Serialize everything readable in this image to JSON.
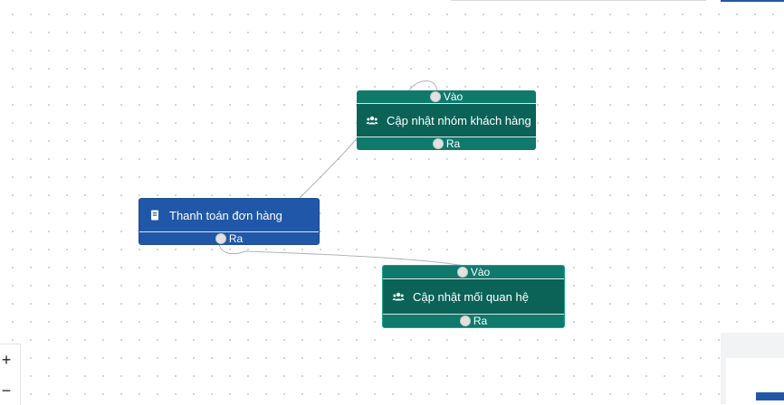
{
  "nodes": {
    "update_group": {
      "in_label": "Vào",
      "title": "Cập nhật nhóm khách hàng",
      "out_label": "Ra",
      "icon": "users-icon"
    },
    "checkout": {
      "title": "Thanh toán đơn hàng",
      "out_label": "Ra",
      "icon": "receipt-icon"
    },
    "update_relation": {
      "in_label": "Vào",
      "title": "Cập nhật mối quan hệ",
      "out_label": "Ra",
      "icon": "users-icon"
    }
  },
  "controls": {
    "zoom_in": "+",
    "zoom_out": "−"
  },
  "colors": {
    "green_node": "#0f7a6c",
    "green_body": "#0b6257",
    "blue_node": "#2157a8",
    "edge": "#b0b4b8"
  }
}
